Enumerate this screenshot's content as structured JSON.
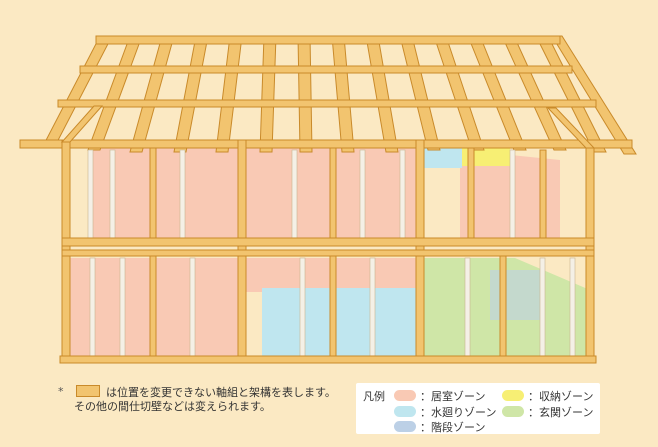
{
  "note": {
    "marker": "*",
    "line1": "は位置を変更できない軸組と架構を表します。",
    "line2": "その他の間仕切壁などは変えられます。"
  },
  "legend": {
    "title": "凡例",
    "items": [
      {
        "label": "：居室ゾーン",
        "color": "#f9c9b4"
      },
      {
        "label": "：収納ゾーン",
        "color": "#f7ef74"
      },
      {
        "label": "：水廻りゾーン",
        "color": "#bfe6ef"
      },
      {
        "label": "：玄関ゾーン",
        "color": "#cfe6a7"
      },
      {
        "label": "：階段ゾーン",
        "color": "#bcd0e6"
      }
    ]
  },
  "colors": {
    "background": "#fbe9c3",
    "timber": "#f2c46f",
    "timber_edge": "#c98a2a",
    "thin_stud": "#f4f0e6"
  }
}
